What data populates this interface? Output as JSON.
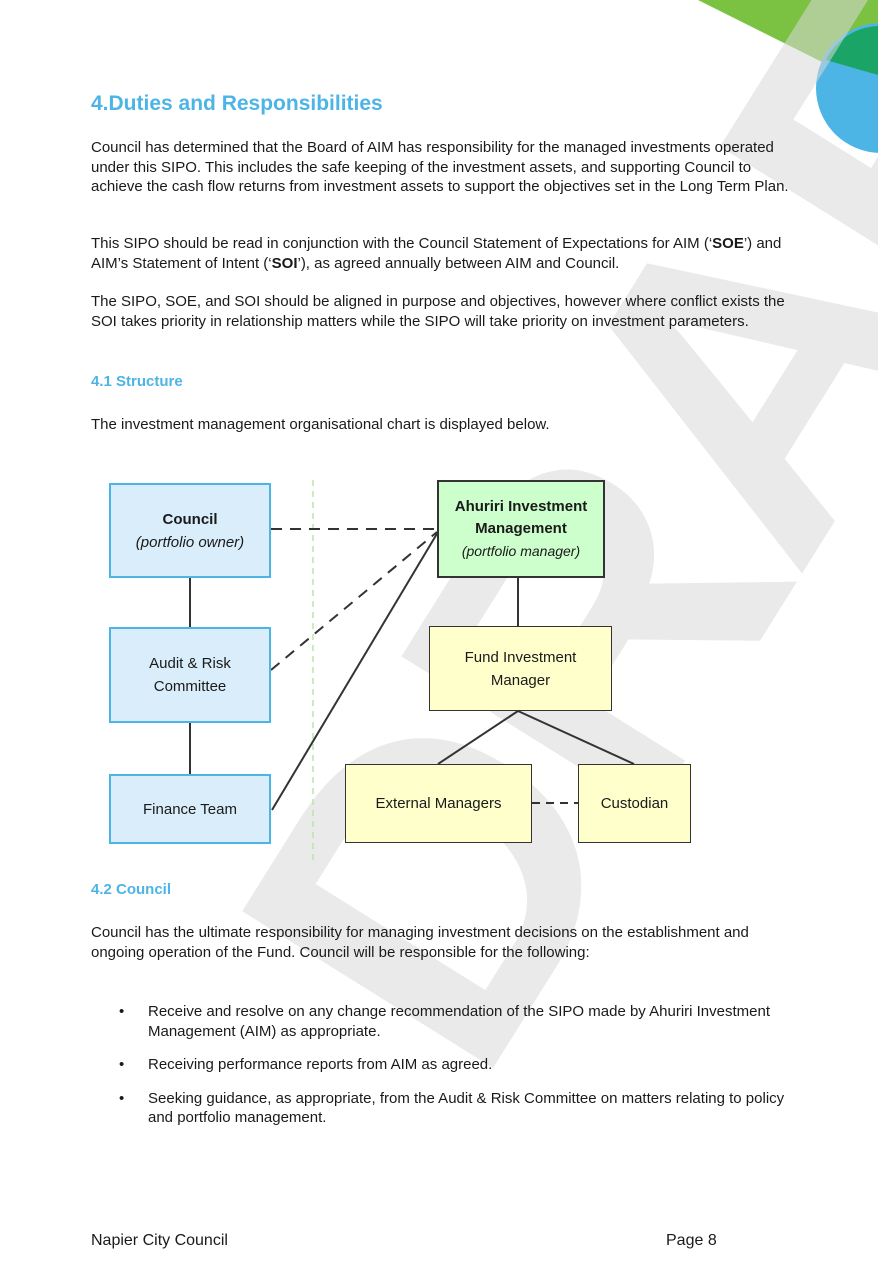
{
  "heading": "4.Duties and Responsibilities",
  "intro_p1": "Council has determined that the Board of AIM has responsibility for the managed investments operated under this SIPO. This includes the safe keeping of the investment assets, and supporting Council to achieve the cash flow returns from investment assets to support the objectives set in the Long Term Plan.",
  "intro_p2": {
    "a": "This SIPO should be read in conjunction with the Council Statement of Expectations for AIM (‘",
    "b": "SOE",
    "c": "’) and AIM’s Statement of Intent (‘",
    "d": "SOI",
    "e": "’), as agreed annually between AIM and Council."
  },
  "intro_p3": "The SIPO, SOE, and SOI should be aligned in purpose and objectives, however where conflict exists the SOI takes priority in relationship matters while the SIPO will take priority on investment parameters.",
  "structure": {
    "heading": "4.1 Structure",
    "text": "The investment management organisational chart is displayed below."
  },
  "chart": {
    "council": {
      "title": "Council",
      "subtitle": "(portfolio owner)"
    },
    "audit": {
      "line1": "Audit & Risk",
      "line2": "Committee"
    },
    "finance": "Finance Team",
    "aim": {
      "line1": "Ahuriri Investment",
      "line2": "Management",
      "subtitle": "(portfolio manager)"
    },
    "fund": {
      "line1": "Fund Investment",
      "line2": "Manager"
    },
    "external": "External Managers",
    "custodian": "Custodian"
  },
  "council_section": {
    "heading": "4.2 Council",
    "text": "Council has the ultimate responsibility for managing investment decisions on the establishment and ongoing operation of the Fund. Council will be responsible for the following:",
    "bullets": [
      "Receive and resolve on any change recommendation of the SIPO made by Ahuriri Investment Management (AIM) as appropriate.",
      "Receiving performance reports from AIM as agreed.",
      "Seeking guidance, as appropriate, from the Audit & Risk Committee on matters relating to policy and portfolio management."
    ]
  },
  "footer": {
    "left": "Napier City Council",
    "right": "Page 8"
  },
  "watermark": "DRAFT"
}
